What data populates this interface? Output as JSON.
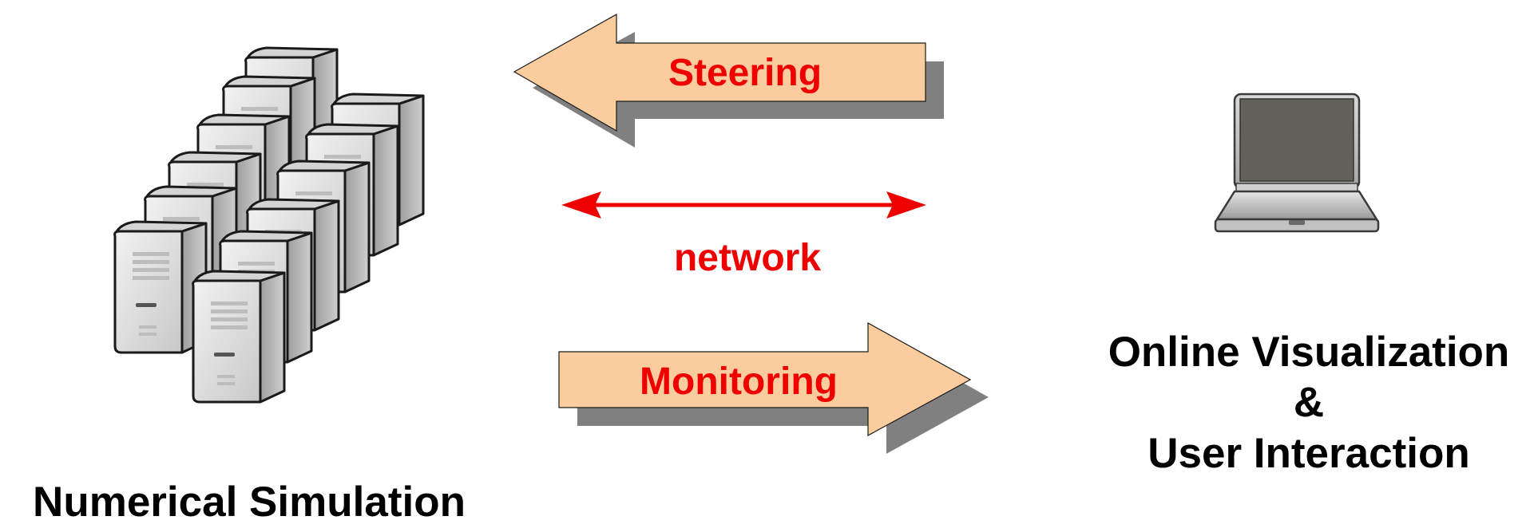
{
  "labels": {
    "left_caption": "Numerical Simulation",
    "right_caption_line1": "Online Visualization",
    "right_caption_line2": "&",
    "right_caption_line3": "User Interaction",
    "steering": "Steering",
    "network": "network",
    "monitoring": "Monitoring"
  },
  "colors": {
    "arrow_fill": "#fbcc9e",
    "arrow_shadow": "#808080",
    "accent_red": "#ee0000",
    "caption": "#000000"
  },
  "icons": {
    "left": "server-cluster-icon",
    "right": "laptop-icon"
  }
}
